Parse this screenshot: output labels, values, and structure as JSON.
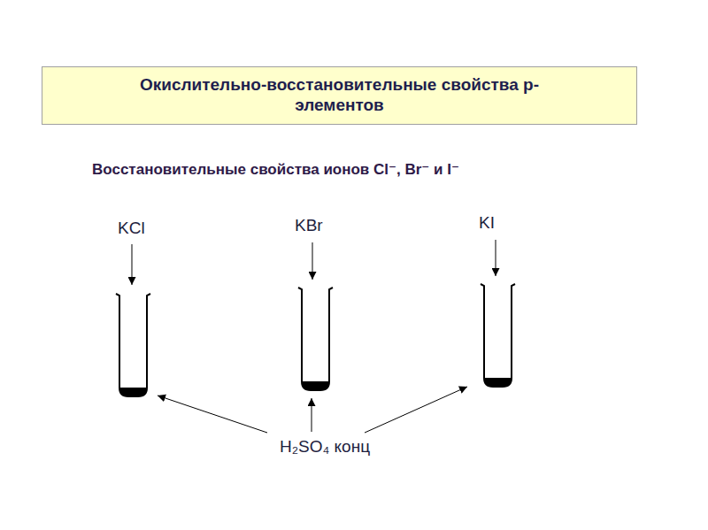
{
  "diagram": {
    "nodes": [
      {
        "text": [
          "Окислительно-восстановительные свойства р-элементов"
        ]
      }
    ],
    "labels": [
      "Восстановительные свойства ионов Cl⁻, Br⁻ и I⁻",
      "KCl",
      "KBr",
      "KI",
      "H₂SO₄ конц"
    ]
  }
}
